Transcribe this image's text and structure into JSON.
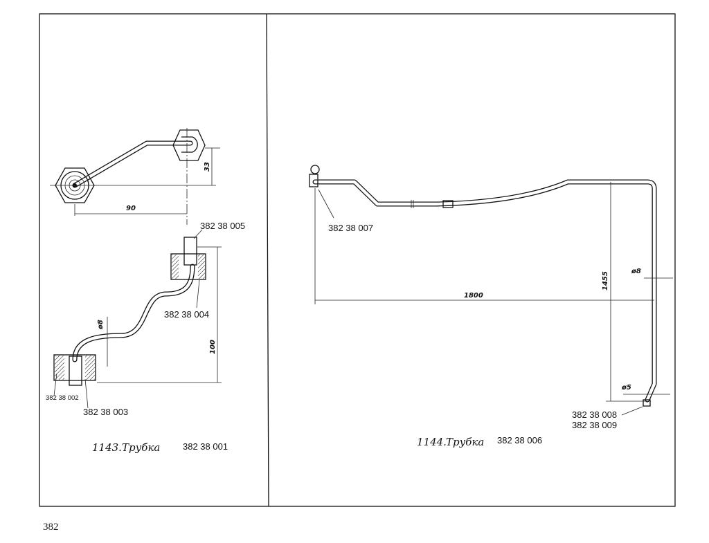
{
  "left_figure": {
    "dim_horizontal": "90",
    "dim_vertical_top": "33",
    "dim_height": "100",
    "dim_diameter": "ø8",
    "parts": [
      "382 38 005",
      "382 38 004",
      "382 38 002",
      "382 38 003"
    ],
    "caption_number": "1143.",
    "caption_title": "Трубка",
    "caption_part": "382 38 001"
  },
  "right_figure": {
    "dim_length": "1800",
    "dim_height": "1455",
    "dim_diameter_large": "ø8",
    "dim_diameter_small": "ø5",
    "parts": [
      "382 38 007",
      "382 38 008",
      "382 38 009"
    ],
    "caption_number": "1144.",
    "caption_title": "Трубка",
    "caption_part": "382 38 006"
  },
  "page_number": "382"
}
